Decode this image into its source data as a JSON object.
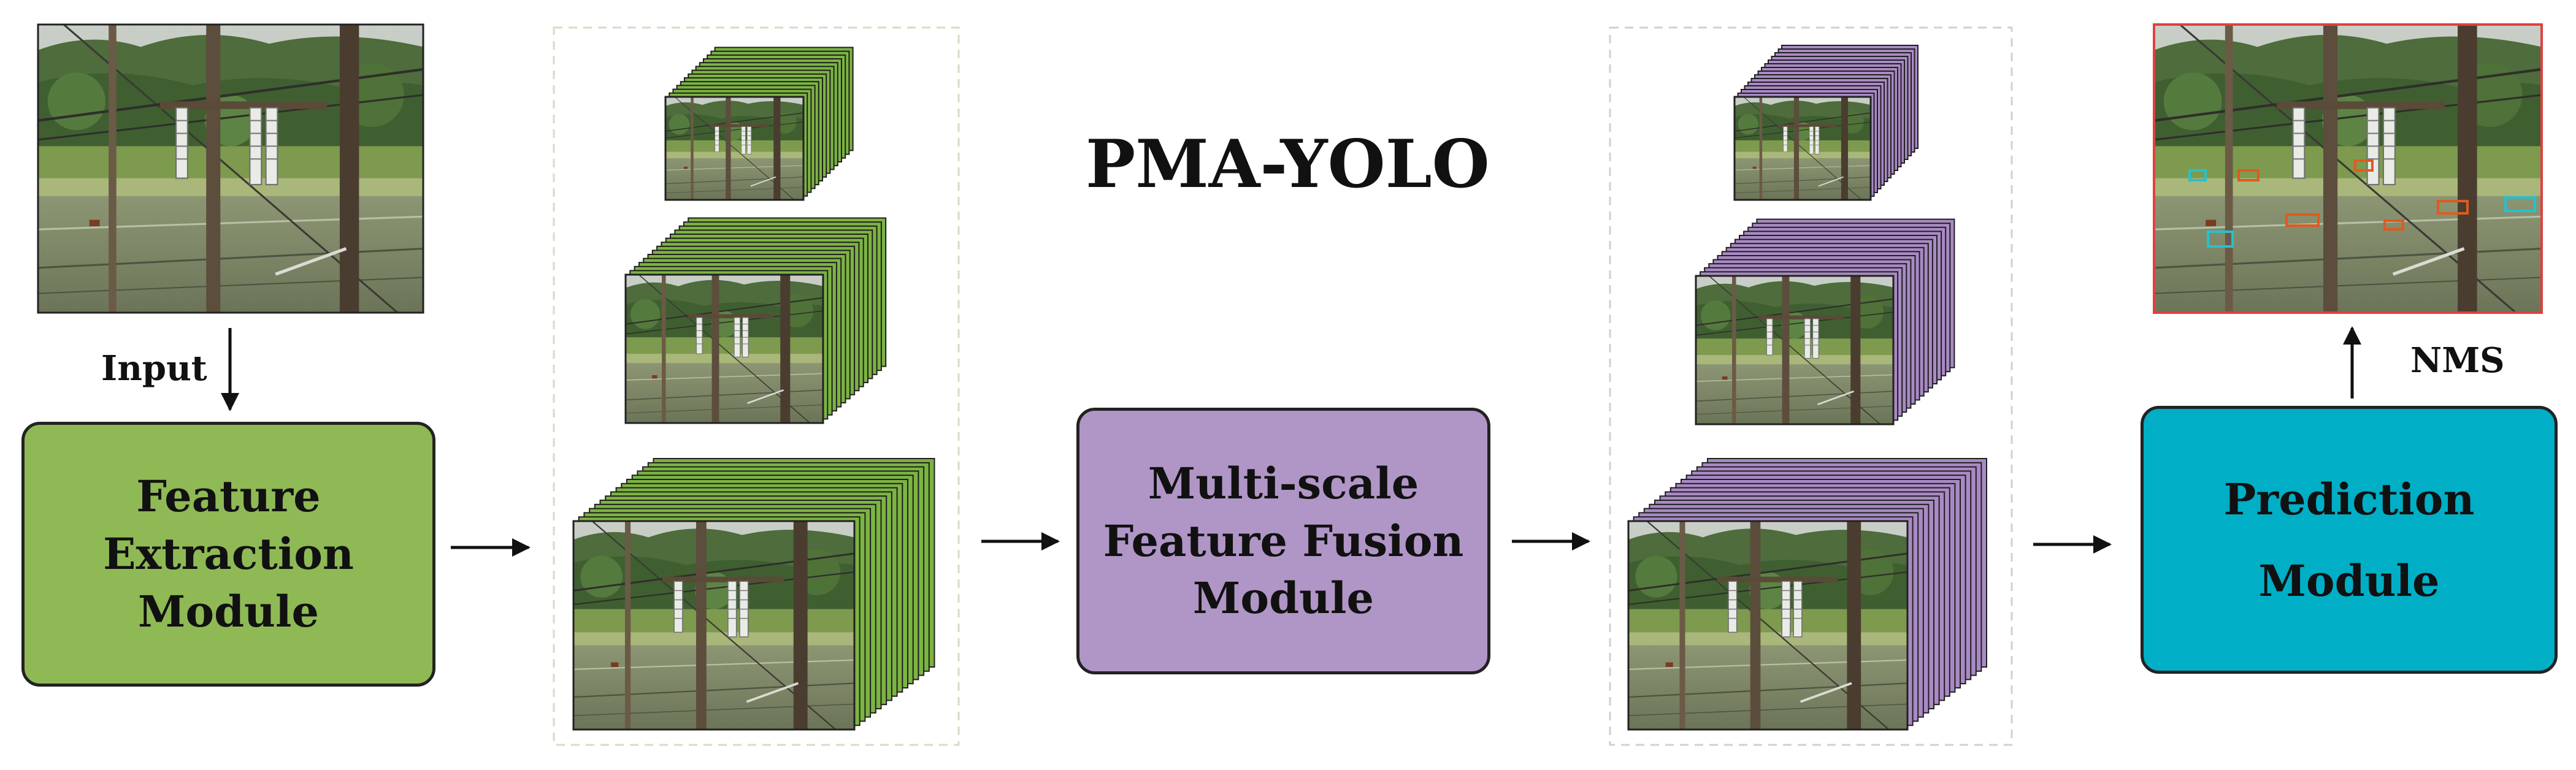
{
  "title": "PMA-YOLO",
  "input_label": "Input",
  "nms_label": "NMS",
  "modules": {
    "feature_extraction": {
      "lines": [
        "Feature",
        "Extraction",
        "Module"
      ],
      "color": "#8fb955"
    },
    "multiscale_fusion": {
      "lines": [
        "Multi-scale",
        "Feature Fusion",
        "Module"
      ],
      "color": "#b096c6"
    },
    "prediction": {
      "lines": [
        "Prediction",
        "Module"
      ],
      "color": "#00aec6"
    }
  },
  "colors": {
    "backbone_stack": "#7cb442",
    "fusion_stack": "#a98ac4",
    "group_border": "#d6dcc4",
    "group_border_right": "#d0d0d0",
    "output_border": "#e04040",
    "detection_box_orange": "#e05a1e",
    "detection_box_cyan": "#25c1cf",
    "arrow": "#111111"
  },
  "images": {
    "input_scene": "photo of power line insulators over rice paddy",
    "output_scene": "photo of power line insulators with detection boxes"
  }
}
